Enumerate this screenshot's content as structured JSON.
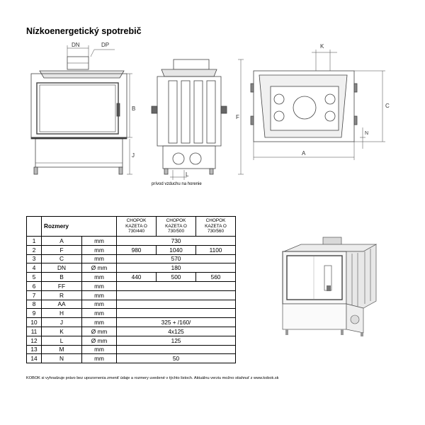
{
  "header": {
    "title": "Nízkoenergetický spotrebič"
  },
  "drawing_labels": {
    "dn": "DN",
    "dp": "DP",
    "b": "B",
    "j": "J",
    "f": "F",
    "l": "L",
    "k": "K",
    "c": "C",
    "n": "N",
    "a": "A"
  },
  "caption": "prívod vzduchu na horenie",
  "table": {
    "header_label": "Rozmery",
    "models": [
      [
        "CHOPOK",
        "KAZETA O",
        "730/440"
      ],
      [
        "CHOPOK",
        "KAZETA O",
        "730/500"
      ],
      [
        "CHOPOK",
        "KAZETA O",
        "730/560"
      ]
    ],
    "rows": [
      {
        "n": "1",
        "code": "A",
        "unit": "mm",
        "values": [
          "730"
        ]
      },
      {
        "n": "2",
        "code": "F",
        "unit": "mm",
        "values": [
          "980",
          "1040",
          "1100"
        ]
      },
      {
        "n": "3",
        "code": "C",
        "unit": "mm",
        "values": [
          "570"
        ]
      },
      {
        "n": "4",
        "code": "DN",
        "unit": "Ø mm",
        "values": [
          "180"
        ]
      },
      {
        "n": "5",
        "code": "B",
        "unit": "mm",
        "values": [
          "440",
          "500",
          "560"
        ]
      },
      {
        "n": "6",
        "code": "FF",
        "unit": "mm",
        "values": [
          ""
        ]
      },
      {
        "n": "7",
        "code": "R",
        "unit": "mm",
        "values": [
          ""
        ]
      },
      {
        "n": "8",
        "code": "AA",
        "unit": "mm",
        "values": [
          ""
        ]
      },
      {
        "n": "9",
        "code": "H",
        "unit": "mm",
        "values": [
          ""
        ]
      },
      {
        "n": "10",
        "code": "J",
        "unit": "mm",
        "values": [
          "325 + /160/"
        ]
      },
      {
        "n": "11",
        "code": "K",
        "unit": "Ø mm",
        "values": [
          "4x125"
        ]
      },
      {
        "n": "12",
        "code": "L",
        "unit": "Ø mm",
        "values": [
          "125"
        ]
      },
      {
        "n": "13",
        "code": "M",
        "unit": "mm",
        "values": [
          ""
        ]
      },
      {
        "n": "14",
        "code": "N",
        "unit": "mm",
        "values": [
          "50"
        ]
      }
    ]
  },
  "footer": {
    "note": "KOBOK si vyhradzuje právo bez upozornenia zmeniť údaje a rozmery uvedené v týchto listoch. Aktuálnu verziu možno stiahnuť z www.kobok.sk"
  }
}
